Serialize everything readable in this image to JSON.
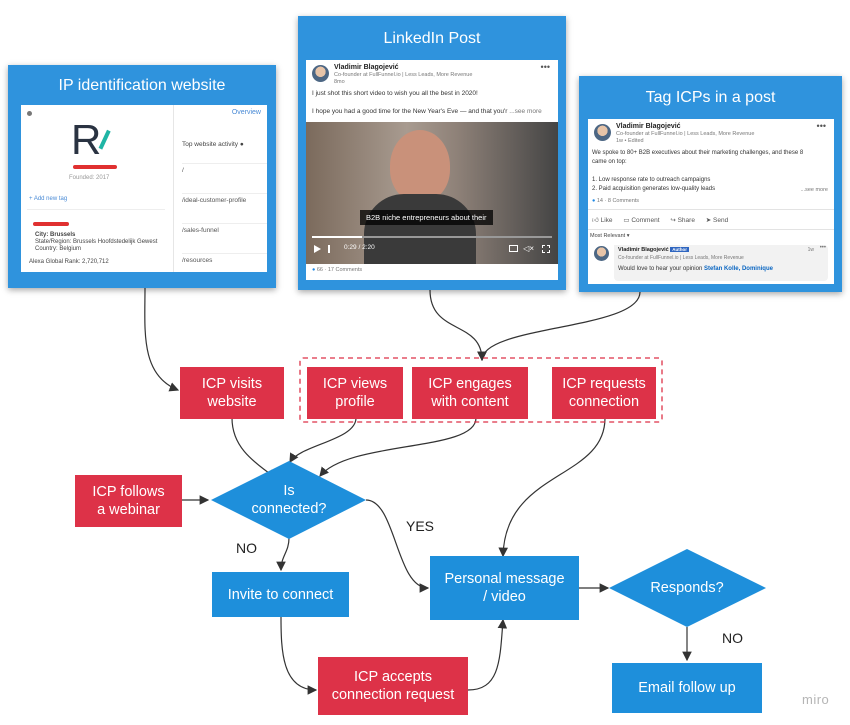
{
  "panels": {
    "ip": {
      "title": "IP identification website",
      "tab": "Overview",
      "founded": "Founded: 2017",
      "add_tag": "+ Add new tag",
      "top_activity": "Top website activity",
      "pages": [
        "/",
        "/ideal-customer-profile",
        "/sales-funnel",
        "/resources"
      ],
      "city": "City: Brussels",
      "state": "State/Region: Brussels Hoofdstedelijk Gewest",
      "country": "Country: Belgium",
      "alexa": "Alexa Global Rank: 2,720,712",
      "logo_letter": "R"
    },
    "linkedin": {
      "title": "LinkedIn Post",
      "author": "Vladimir Blagojević",
      "headline": "Co-founder at FullFunnel.io | Less Leads, More Revenue",
      "time": "8mo",
      "line1": "I just shot this short video to wish you all the best in 2020!",
      "line2": "I hope you had a good time for the New Year's Eve — and that you'r",
      "see_more": "...see more",
      "caption": "B2B niche entrepreneurs about their",
      "timecode": "0:29 / 2:20",
      "reactions": "66 · 17 Comments"
    },
    "tag": {
      "title": "Tag ICPs in a post",
      "author": "Vladimir Blagojević",
      "headline": "Co-founder at FullFunnel.io | Less Leads, More Revenue",
      "time": "1w • Edited",
      "line1": "We spoke to 80+ B2B executives about their marketing challenges, and these 8",
      "line2": "came on top:",
      "item1": "1. Low response rate to outreach campaigns",
      "item2": "2. Paid acquisition generates low-quality leads",
      "see_more": "...see more",
      "reactions": "14 · 8 Comments",
      "actions": [
        "Like",
        "Comment",
        "Share",
        "Send"
      ],
      "most_relevant": "Most Relevant",
      "reply_author": "Vladimir Blagojević",
      "reply_badge": "Author",
      "reply_headline": "Co-founder at FullFunnel.io | Less Leads, More Revenue",
      "reply_time": "1w",
      "reply_text": "Would love to hear your opinion",
      "reply_mentions": "Stefan Kolle, Dominique"
    }
  },
  "nodes": {
    "visits": "ICP visits website",
    "views": "ICP views profile",
    "engages": "ICP engages with content",
    "requests": "ICP requests connection",
    "webinar": "ICP follows a webinar",
    "connected": "Is connected?",
    "invite": "Invite to connect",
    "personal": "Personal message / video",
    "responds": "Responds?",
    "accepts": "ICP accepts connection request",
    "email": "Email follow up"
  },
  "edge_labels": {
    "yes": "YES",
    "no_left": "NO",
    "no_right": "NO"
  },
  "watermark": "miro",
  "colors": {
    "panel_blue": "#2f93dd",
    "node_red": "#dd3248",
    "node_blue": "#1e8fdb",
    "dashed_outline": "#dd3248"
  }
}
